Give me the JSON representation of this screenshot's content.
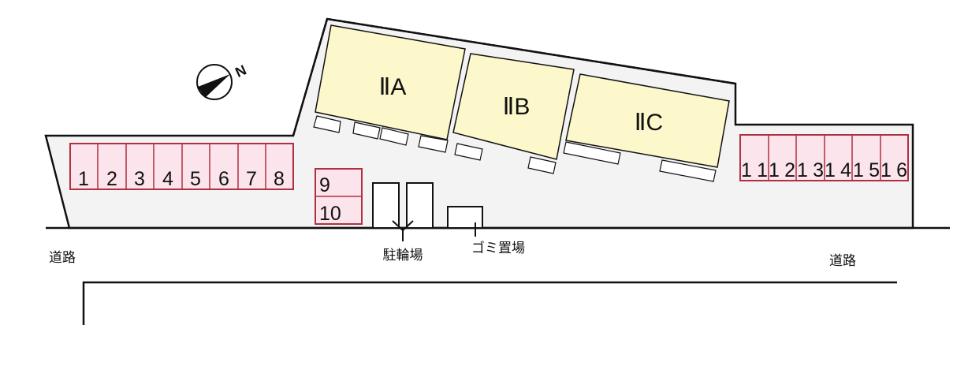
{
  "map": {
    "compass": {
      "icon": "north-compass-icon",
      "label": "N"
    },
    "colors": {
      "lot_fill": "#f3f3f3",
      "building_fill": "#fcf8cc",
      "parking_fill": "#fce4ec",
      "parking_border": "#b03040",
      "line": "#111111"
    },
    "buildings": [
      {
        "id": "IIA",
        "label": "ⅡA"
      },
      {
        "id": "IIB",
        "label": "ⅡB"
      },
      {
        "id": "IIC",
        "label": "ⅡC"
      }
    ],
    "parking_left": [
      "1",
      "2",
      "3",
      "4",
      "5",
      "6",
      "7",
      "8"
    ],
    "parking_middle": [
      "9",
      "10"
    ],
    "parking_right": [
      "11",
      "12",
      "13",
      "14",
      "15",
      "16"
    ],
    "facilities": {
      "bicycle_parking": "駐輪場",
      "garbage_area": "ゴミ置場"
    },
    "roads": {
      "left": "道路",
      "right": "道路"
    }
  }
}
